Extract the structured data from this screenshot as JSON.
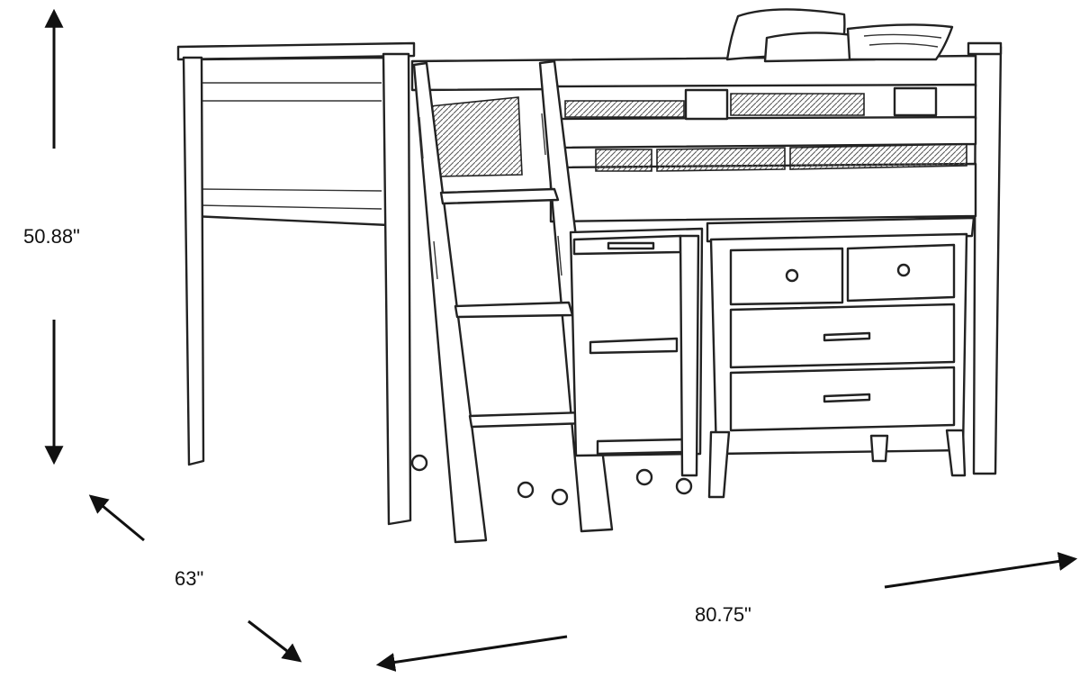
{
  "dimensions": {
    "height": "50.88\"",
    "depth": "63\"",
    "width": "80.75\""
  },
  "colors": {
    "line": "#222222",
    "background": "#ffffff"
  }
}
